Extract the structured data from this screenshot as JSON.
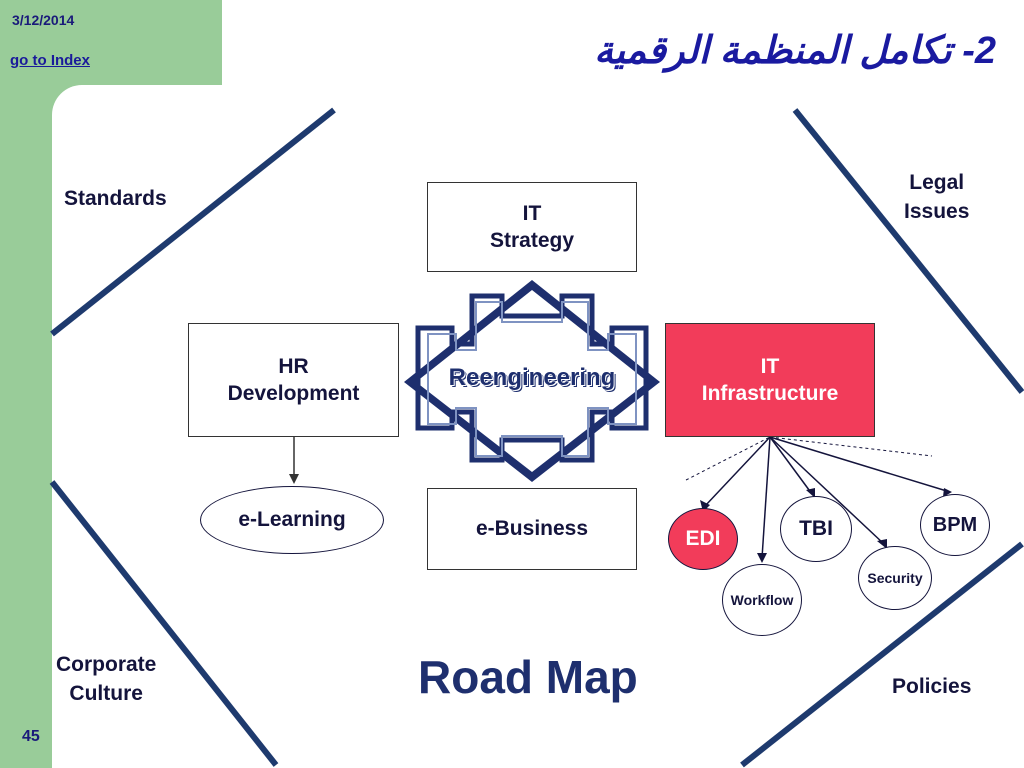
{
  "header": {
    "date": "3/12/2014",
    "index_link": "go to Index",
    "title": "2-  تكامل المنظمة الرقمية",
    "page_number": "45"
  },
  "diagram": {
    "boxes": {
      "it_strategy": "IT\nStrategy",
      "hr_development": "HR\nDevelopment",
      "it_infrastructure": "IT\nInfrastructure",
      "e_business": "e-Business"
    },
    "center_label": "Reengineering",
    "ellipses": {
      "e_learning": "e-Learning",
      "edi": "EDI",
      "tbi": "TBI",
      "bpm": "BPM",
      "workflow": "Workflow",
      "security": "Security"
    },
    "corner_labels": {
      "standards": "Standards",
      "legal_issues": "Legal\nIssues",
      "corporate_culture": "Corporate\nCulture",
      "policies": "Policies"
    },
    "caption": "Road Map"
  },
  "colors": {
    "sidebar": "#99cc99",
    "accent_red": "#f23c5a",
    "navy": "#1e2f6e"
  }
}
